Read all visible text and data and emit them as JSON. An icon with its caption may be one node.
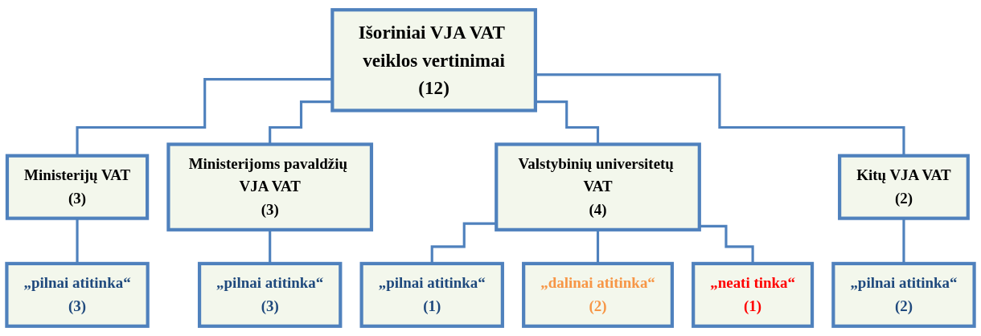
{
  "diagram": {
    "nodes": [
      {
        "text": [
          "Išoriniai VJA VAT veiklos vertinimai",
          "(12)"
        ]
      },
      {
        "text": [
          "Ministerijų VAT",
          "(3)"
        ]
      },
      {
        "text": [
          "Ministerijoms pavaldžių VJA VAT",
          "(3)"
        ]
      },
      {
        "text": [
          "Valstybinių universitetų VAT",
          "(4)"
        ]
      },
      {
        "text": [
          "Kitų VJA VAT",
          "(2)"
        ]
      },
      {
        "text": [
          "„pilnai atitinka“",
          "(3)"
        ]
      },
      {
        "text": [
          "„pilnai atitinka“",
          "(3)"
        ]
      },
      {
        "text": [
          "„pilnai atitinka“",
          "(1)"
        ]
      },
      {
        "text": [
          "„dalinai atitinka“",
          "(2)"
        ]
      },
      {
        "text": [
          "„neati tinka“",
          "(1)"
        ]
      },
      {
        "text": [
          "„pilnai atitinka“",
          "(2)"
        ]
      }
    ],
    "edges": [
      {
        "from": 0,
        "to": 1,
        "arrow": "none"
      },
      {
        "from": 0,
        "to": 2,
        "arrow": "none"
      },
      {
        "from": 0,
        "to": 3,
        "arrow": "none"
      },
      {
        "from": 0,
        "to": 4,
        "arrow": "none"
      },
      {
        "from": 1,
        "to": 5,
        "arrow": "none"
      },
      {
        "from": 2,
        "to": 6,
        "arrow": "none"
      },
      {
        "from": 3,
        "to": 7,
        "arrow": "none"
      },
      {
        "from": 3,
        "to": 8,
        "arrow": "none"
      },
      {
        "from": 3,
        "to": 9,
        "arrow": "none"
      },
      {
        "from": 4,
        "to": 10,
        "arrow": "none"
      }
    ]
  }
}
